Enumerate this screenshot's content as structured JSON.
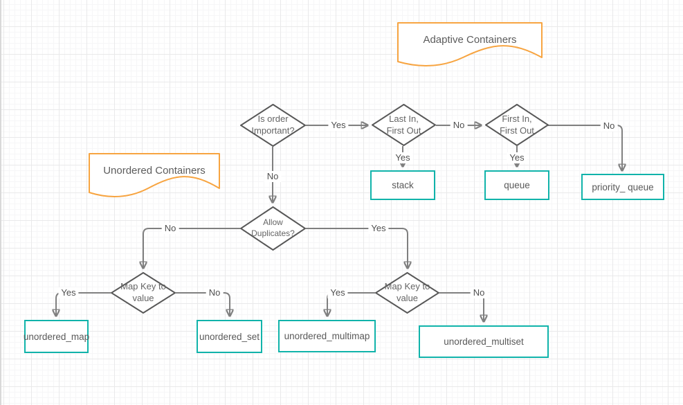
{
  "documents": {
    "adaptive": {
      "label": "Adaptive Containers"
    },
    "unordered": {
      "label": "Unordered Containers"
    }
  },
  "decisions": {
    "order": {
      "lines": [
        "Is order",
        "Important?"
      ]
    },
    "lifo": {
      "lines": [
        "Last In,",
        "First Out"
      ]
    },
    "fifo": {
      "lines": [
        "First In,",
        "First Out"
      ]
    },
    "dup": {
      "lines": [
        "Allow",
        "Duplicates?"
      ]
    },
    "map_left": {
      "lines": [
        "Map Key to",
        "value"
      ]
    },
    "map_right": {
      "lines": [
        "Map Key to",
        "value"
      ]
    }
  },
  "results": {
    "stack": "stack",
    "queue": "queue",
    "priority_queue": "priority_ queue",
    "unordered_map": "unordered_map",
    "unordered_set": "unordered_set",
    "unordered_multimap": "unordered_multimap",
    "unordered_multiset": "unordered_multiset"
  },
  "edge_labels": {
    "order_lifo": "Yes",
    "lifo_fifo": "No",
    "fifo_pq": "No",
    "order_dup": "No",
    "lifo_stack": "Yes",
    "fifo_queue": "Yes",
    "dup_left": "No",
    "dup_right": "Yes",
    "mapleft_umap": "Yes",
    "mapleft_uset": "No",
    "mapright_umultimap": "Yes",
    "mapright_umultiset": "No"
  },
  "colors": {
    "result_border": "#10b3aa",
    "document_border": "#f7a440",
    "connector": "#7f7f7f",
    "decision_border": "#575757",
    "text": "#595959"
  }
}
